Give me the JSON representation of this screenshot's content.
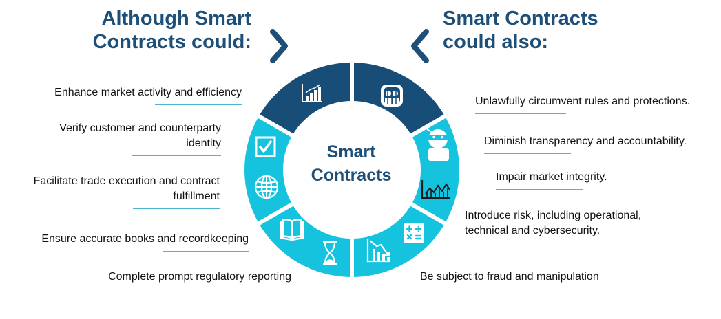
{
  "headings": {
    "left": [
      "Although Smart",
      "Contracts could:"
    ],
    "right": [
      "Smart Contracts",
      "could also:"
    ]
  },
  "center": {
    "line1": "Smart",
    "line2": "Contracts"
  },
  "left_items": [
    [
      "Enhance market activity and efficiency"
    ],
    [
      "Verify customer and counterparty",
      "identity"
    ],
    [
      "Facilitate trade execution and contract",
      "fulfillment"
    ],
    [
      "Ensure accurate books and recordkeeping"
    ],
    [
      "Complete prompt regulatory reporting"
    ]
  ],
  "right_items": [
    [
      "Unlawfully circumvent rules and protections."
    ],
    [
      "Diminish transparency and accountability."
    ],
    [
      "Impair market integrity."
    ],
    [
      "Introduce risk, including operational,",
      "technical and cybersecurity."
    ],
    [
      "Be subject to fraud and manipulation"
    ]
  ],
  "icons": {
    "top_left": "rising-bar-chart-icon",
    "top_right": "masked-figures-icon",
    "checkbox": "checkbox-icon",
    "globe": "globe-icon",
    "book": "open-book-icon",
    "hourglass": "hourglass-icon",
    "hacker": "hacker-icon",
    "line_chart": "falling-line-chart-icon",
    "calculator": "calculator-icon",
    "declining_chart": "declining-bar-chart-icon"
  },
  "colors": {
    "heading": "#1d4f78",
    "dark_segment": "#174d77",
    "cyan_segment": "#15c3df",
    "rule": "#4bb6d3"
  }
}
